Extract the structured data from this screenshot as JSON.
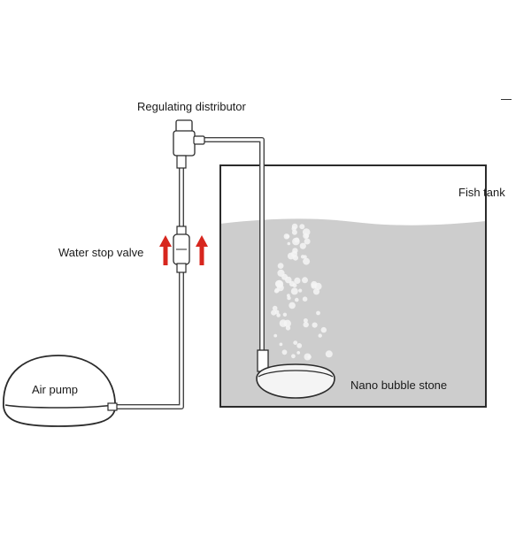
{
  "labels": {
    "regulating_distributor": "Regulating distributor",
    "water_stop_valve": "Water stop valve",
    "fish_tank": "Fish tank",
    "air_pump": "Air pump",
    "nano_bubble_stone": "Nano bubble stone"
  },
  "colors": {
    "water": "#cdcdcd",
    "water_deep": "#c2c2c2",
    "outline": "#2b2b2b",
    "tube": "#ffffff",
    "bubble": "#f5f5f5",
    "arrow": "#d7261e"
  },
  "icons": {
    "flow_arrow": "arrow-up-icon"
  }
}
